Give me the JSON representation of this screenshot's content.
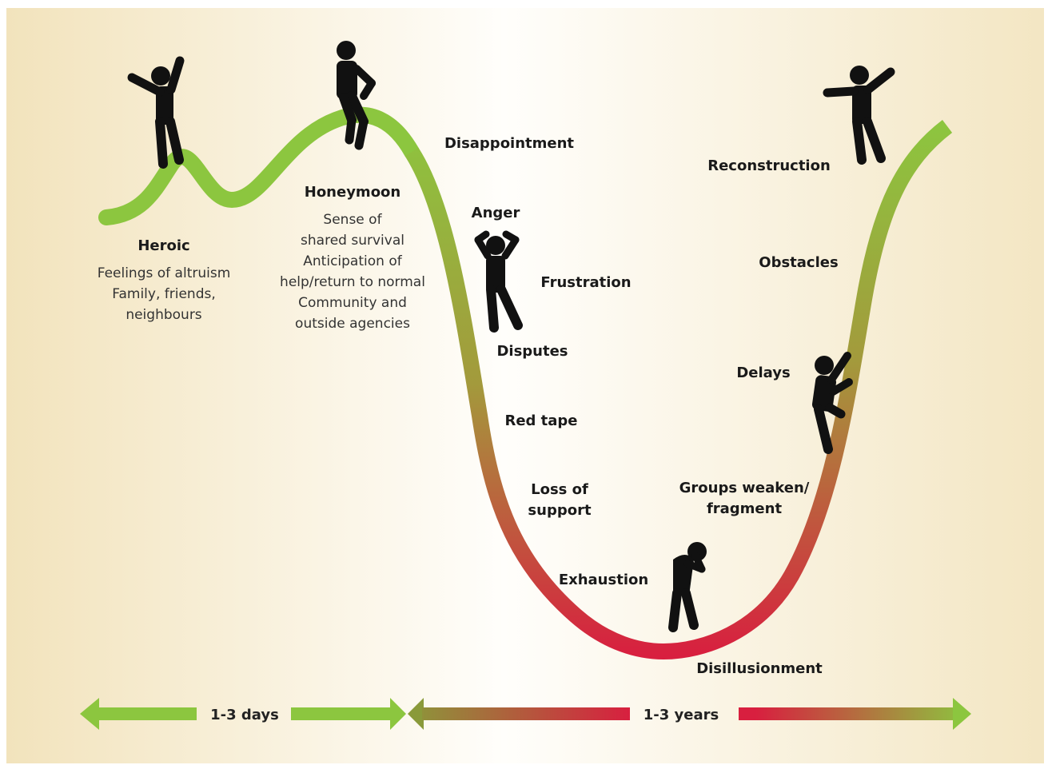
{
  "colors": {
    "green": "#8cc63f",
    "olive": "#a39a3c",
    "red": "#d81f3f",
    "figure": "#111111",
    "background_edge": "#f2e3bc",
    "background_center": "#fffefb"
  },
  "phases": {
    "heroic": {
      "title": "Heroic",
      "lines": [
        "Feelings of altruism",
        "Family, friends,",
        "neighbours"
      ]
    },
    "honeymoon": {
      "title": "Honeymoon",
      "lines": [
        "Sense of",
        "shared survival",
        "Anticipation of",
        "help/return to normal",
        "Community and",
        "outside agencies"
      ]
    },
    "disappointment": "Disappointment",
    "anger": "Anger",
    "frustration": "Frustration",
    "disputes": "Disputes",
    "red_tape": "Red tape",
    "loss_of_support": [
      "Loss of",
      "support"
    ],
    "exhaustion": "Exhaustion",
    "disillusionment": "Disillusionment",
    "groups_weaken": [
      "Groups weaken/",
      "fragment"
    ],
    "delays": "Delays",
    "obstacles": "Obstacles",
    "reconstruction": "Reconstruction"
  },
  "timeline": {
    "short": "1-3 days",
    "long": "1-3 years"
  },
  "icons": [
    "celebrating-person-icon",
    "sitting-person-icon",
    "frustrated-person-icon",
    "exhausted-person-icon",
    "climbing-person-icon",
    "pointing-person-icon"
  ]
}
